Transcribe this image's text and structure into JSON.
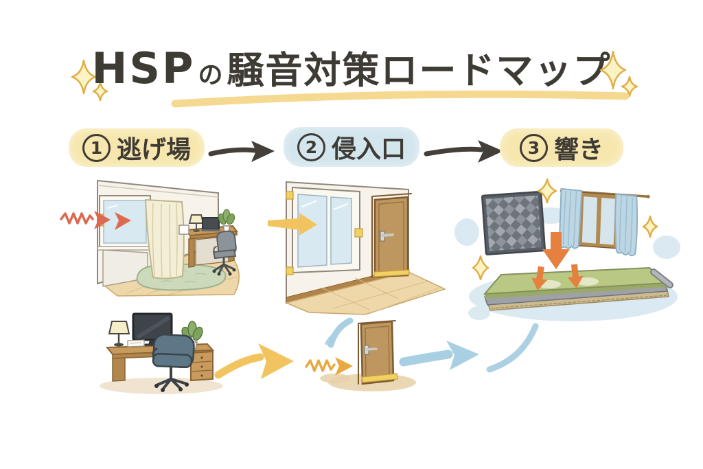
{
  "title": {
    "prefix": "HSP",
    "particle": "の",
    "main": "騒音対策ロードマップ",
    "decoration": "sparkles-and-yellow-underline"
  },
  "steps": [
    {
      "number": "1",
      "label": "逃げ場",
      "badge_color": "#f7e7ae",
      "illustration": "room-with-window-noise-curtain-desk-chair-rug",
      "icons": [
        "red-noise-wave-arrows",
        "window",
        "curtain",
        "desk-with-laptop-lamp-plant",
        "office-chair",
        "rug"
      ]
    },
    {
      "number": "2",
      "label": "侵入口",
      "badge_color": "#d3e5ed",
      "illustration": "sealed-window-and-door",
      "icons": [
        "yellow-arrow",
        "double-pane-window-with-seals",
        "door-with-bottom-seal"
      ]
    },
    {
      "number": "3",
      "label": "響き",
      "badge_color": "#f7e7ae",
      "illustration": "soundproofing-items",
      "icons": [
        "acoustic-panel",
        "soundproof-curtain-window",
        "orange-down-arrows",
        "soundproof-mat",
        "sparkles"
      ]
    }
  ],
  "bottom_flow": {
    "icons": [
      "desk-with-monitor-and-chair",
      "yellow-curved-arrow",
      "door-with-noise-zigzag",
      "blue-curved-arrow-to-mat"
    ]
  },
  "colors": {
    "bg": "#ffffff",
    "ink": "#3e3a34",
    "badge-yellow": "#f7e7ae",
    "badge-blue": "#d3e5ed",
    "arrow-dark": "#443f39",
    "swoosh": "#f5d78a",
    "sparkle-fill": "#fcf3c5",
    "sparkle-stroke": "#dfae45",
    "wave-red": "#dd6950",
    "accent-arrow": "#f2c45f",
    "seal-yellow": "#f0d263",
    "orange": "#e5803e",
    "orange2": "#e9a93f",
    "blue-arrow": "#a9cfe2",
    "glass": "#d9e9f1",
    "wall": "#f7f3ea",
    "curtain": "#f3eed6",
    "wood": "#c99a5d",
    "door": "#bd975f",
    "floor": "#eed7a8",
    "rug": "#ccdabc",
    "mat": "#b9c983",
    "wash": "#cfe3ed",
    "chair": "#8d9499",
    "chair2": "#5d7787",
    "sp-curtain": "#bcd6e4",
    "panel-dark": "#585f66"
  }
}
